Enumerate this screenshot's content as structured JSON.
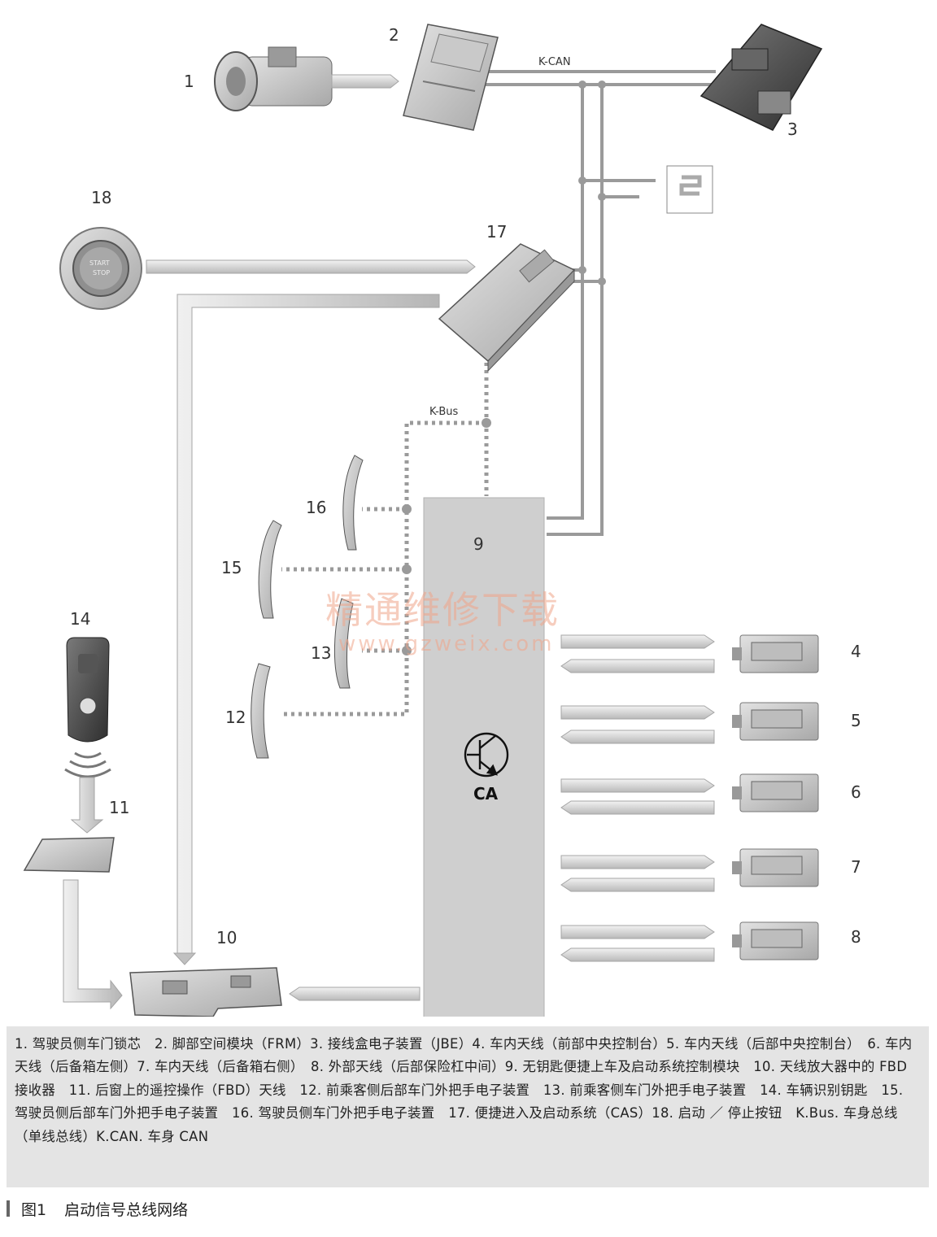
{
  "diagram": {
    "labels": {
      "n1": "1",
      "n2": "2",
      "n3": "3",
      "n4": "4",
      "n5": "5",
      "n6": "6",
      "n7": "7",
      "n8": "8",
      "n9": "9",
      "n10": "10",
      "n11": "11",
      "n12": "12",
      "n13": "13",
      "n14": "14",
      "n15": "15",
      "n16": "16",
      "n17": "17",
      "n18": "18"
    },
    "kcan_label": "K-CAN",
    "kbus_label": "K-Bus",
    "ca_label": "CA",
    "button_text_1": "START",
    "button_text_2": "STOP",
    "watermark_cn": "精通维修下载",
    "watermark_url": "www.gzweix.com"
  },
  "legend_text": "1. 驾驶员侧车门锁芯　2. 脚部空间模块（FRM）3. 接线盒电子装置（JBE）4. 车内天线（前部中央控制台）5. 车内天线（后部中央控制台）　6. 车内天线（后备箱左侧）7. 车内天线（后备箱右侧）　8. 外部天线（后部保险杠中间）9. 无钥匙便捷上车及启动系统控制模块　10. 天线放大器中的 FBD 接收器　11. 后窗上的遥控操作（FBD）天线　12. 前乘客侧后部车门外把手电子装置　13. 前乘客侧车门外把手电子装置　14. 车辆识别钥匙　15. 驾驶员侧后部车门外把手电子装置　16. 驾驶员侧车门外把手电子装置　17. 便捷进入及启动系统（CAS）18. 启动 ／ 停止按钮　K.Bus. 车身总线（单线总线）K.CAN. 车身 CAN",
  "caption": {
    "figure": "图1",
    "title": "启动信号总线网络"
  },
  "colors": {
    "bus_line": "#9a9a9a",
    "arrow_fill": "#c9c9c9",
    "module_fill": "#cfcfcf",
    "legend_bg": "#e4e4e4",
    "watermark": "#f0a58a"
  }
}
